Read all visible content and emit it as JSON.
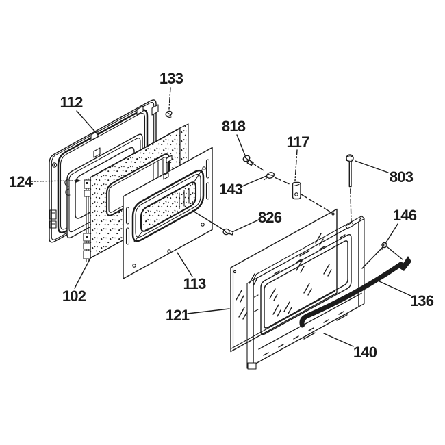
{
  "diagram": {
    "background": "#ffffff",
    "line_color": "#1b1b1b",
    "parts": [
      {
        "label": "112"
      },
      {
        "label": "133"
      },
      {
        "label": "124"
      },
      {
        "label": "102"
      },
      {
        "label": "113"
      },
      {
        "label": "818"
      },
      {
        "label": "143"
      },
      {
        "label": "117"
      },
      {
        "label": "826"
      },
      {
        "label": "803"
      },
      {
        "label": "146"
      },
      {
        "label": "121"
      },
      {
        "label": "136"
      },
      {
        "label": "140"
      }
    ]
  }
}
